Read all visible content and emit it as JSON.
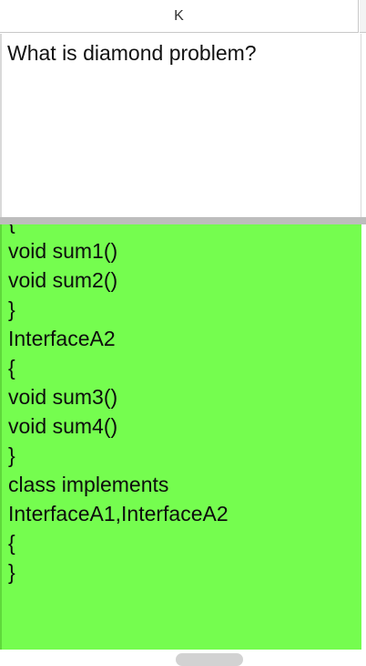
{
  "column_header": {
    "label": "K"
  },
  "question_cell": {
    "text": "What is diamond problem?"
  },
  "answer_cell": {
    "background": "#75fd4f",
    "lines": [
      "{",
      "void sum1()",
      "void sum2()",
      "}",
      "InterfaceA2",
      "{",
      "void sum3()",
      "void sum4()",
      "}",
      "class implements",
      "InterfaceA1,InterfaceA2",
      "{",
      "}"
    ]
  }
}
